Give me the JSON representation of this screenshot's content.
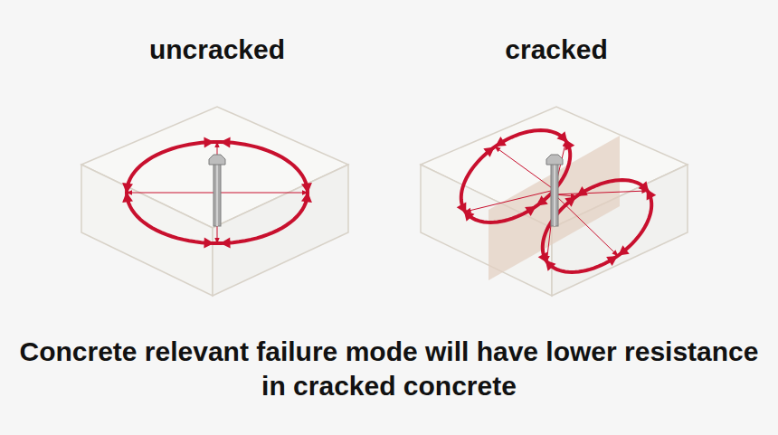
{
  "diagram": {
    "caption": "Concrete relevant failure mode will have lower resistance in cracked concrete",
    "labels": [
      "uncracked",
      "cracked"
    ]
  }
}
